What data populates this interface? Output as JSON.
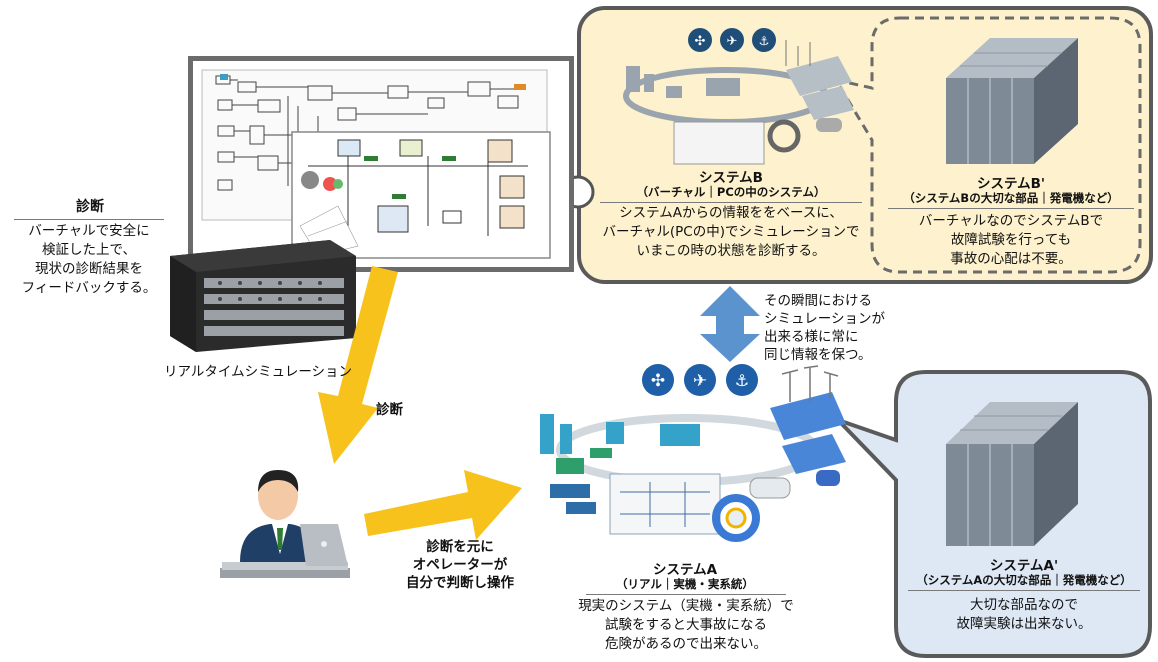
{
  "colors": {
    "virtual_panel_fill": "#fdf2cd",
    "real_panel_fill": "#dde8f4",
    "panel_border": "#5a5a5a",
    "arrow_yellow": "#f7c21b",
    "arrow_blue": "#5b93cf",
    "server_gray": "#8e98a4"
  },
  "diagnosis": {
    "heading": "診断",
    "lines": [
      "バーチャルで安全に",
      "検証した上で、",
      "現状の診断結果を",
      "フィードバックする。"
    ]
  },
  "realtime_sim": {
    "label": "リアルタイムシミュレーション"
  },
  "arrow_diagnosis": {
    "label": "診断"
  },
  "operator_note": {
    "lines": [
      "診断を元に",
      "オペレーターが",
      "自分で判断し操作"
    ]
  },
  "system_b": {
    "title": "システムB",
    "subtitle": "（バーチャル｜PCの中のシステム）",
    "lines": [
      "システムAからの情報ををベースに、",
      "バーチャル(PCの中)でシミュレーションで",
      "いまこの時の状態を診断する。"
    ]
  },
  "system_b_prime": {
    "title": "システムB'",
    "subtitle": "（システムBの大切な部品｜発電機など）",
    "lines": [
      "バーチャルなのでシステムBで",
      "故障試験を行っても",
      "事故の心配は不要。"
    ]
  },
  "sync_note": {
    "lines": [
      "その瞬間における",
      "シミュレーションが",
      "出来る様に常に",
      "同じ情報を保つ。"
    ]
  },
  "system_a": {
    "title": "システムA",
    "subtitle": "（リアル｜実機・実系統）",
    "lines": [
      "現実のシステム（実機・実系統）で",
      "試験をすると大事故になる",
      "危険があるので出来ない。"
    ]
  },
  "system_a_prime": {
    "title": "システムA'",
    "subtitle": "（システムAの大切な部品｜発電機など）",
    "lines": [
      "大切な部品なので",
      "故障実験は出来ない。"
    ]
  },
  "icons": [
    "drone-icon",
    "airplane-icon",
    "ship-icon"
  ]
}
